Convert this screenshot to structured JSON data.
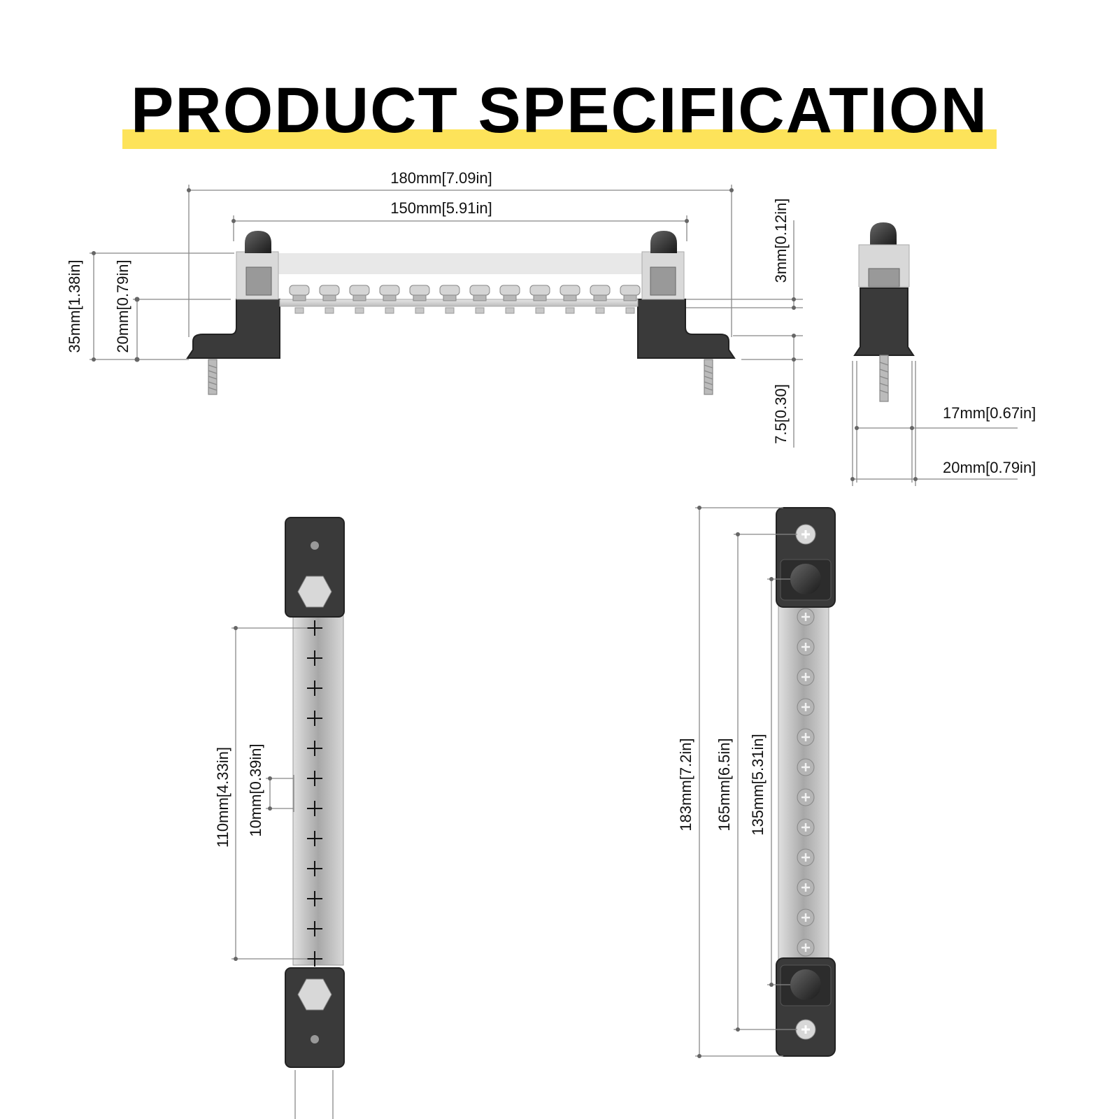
{
  "title": "PRODUCT SPECIFICATION",
  "colors": {
    "accent_bar": "#fde35a",
    "body_dark": "#3a3a3a",
    "bar_light": "#c8c8c8",
    "dimension_line": "#777777"
  },
  "front_view": {
    "overall_length": "180mm[7.09in]",
    "stud_spacing": "150mm[5.91in]",
    "total_height": "35mm[1.38in]",
    "base_height": "20mm[0.79in]",
    "bar_thickness": "3mm[0.12in]",
    "mount_height": "7.5[0.30]",
    "terminal_count": 12
  },
  "side_view": {
    "base_width": "17mm[0.67in]",
    "foot_width": "20mm[0.79in]"
  },
  "top_view": {
    "terminal_span": "110mm[4.33in]",
    "terminal_pitch": "10mm[0.39in]",
    "terminal_count": 12
  },
  "bottom_view": {
    "overall_length": "183mm[7.2in]",
    "mount_hole_spacing": "165mm[6.5in]",
    "stud_spacing": "135mm[5.31in]",
    "terminal_count": 12
  }
}
